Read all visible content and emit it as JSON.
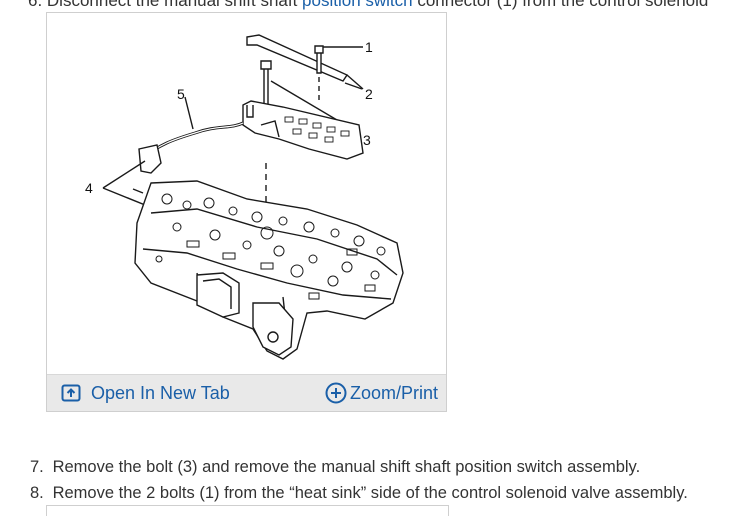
{
  "header": {
    "step_prefix": "6. Disconnect the manual shift shaft ",
    "step_link": "position switch",
    "step_suffix": " connector (1) from the control solenoid"
  },
  "figure": {
    "callouts": [
      "1",
      "2",
      "3",
      "4",
      "5"
    ],
    "footer": {
      "open_tab_label": "Open In New Tab",
      "zoom_print_label": "Zoom/Print"
    }
  },
  "steps": [
    {
      "number": "7.",
      "text": "Remove the bolt (3) and remove the manual shift shaft position switch assembly."
    },
    {
      "number": "8.",
      "text": "Remove the 2 bolts (1) from the “heat sink” side of the control solenoid valve assembly."
    }
  ],
  "colors": {
    "link": "#1a5fa8",
    "text": "#333333",
    "footer_bg": "#e9e9e9"
  }
}
